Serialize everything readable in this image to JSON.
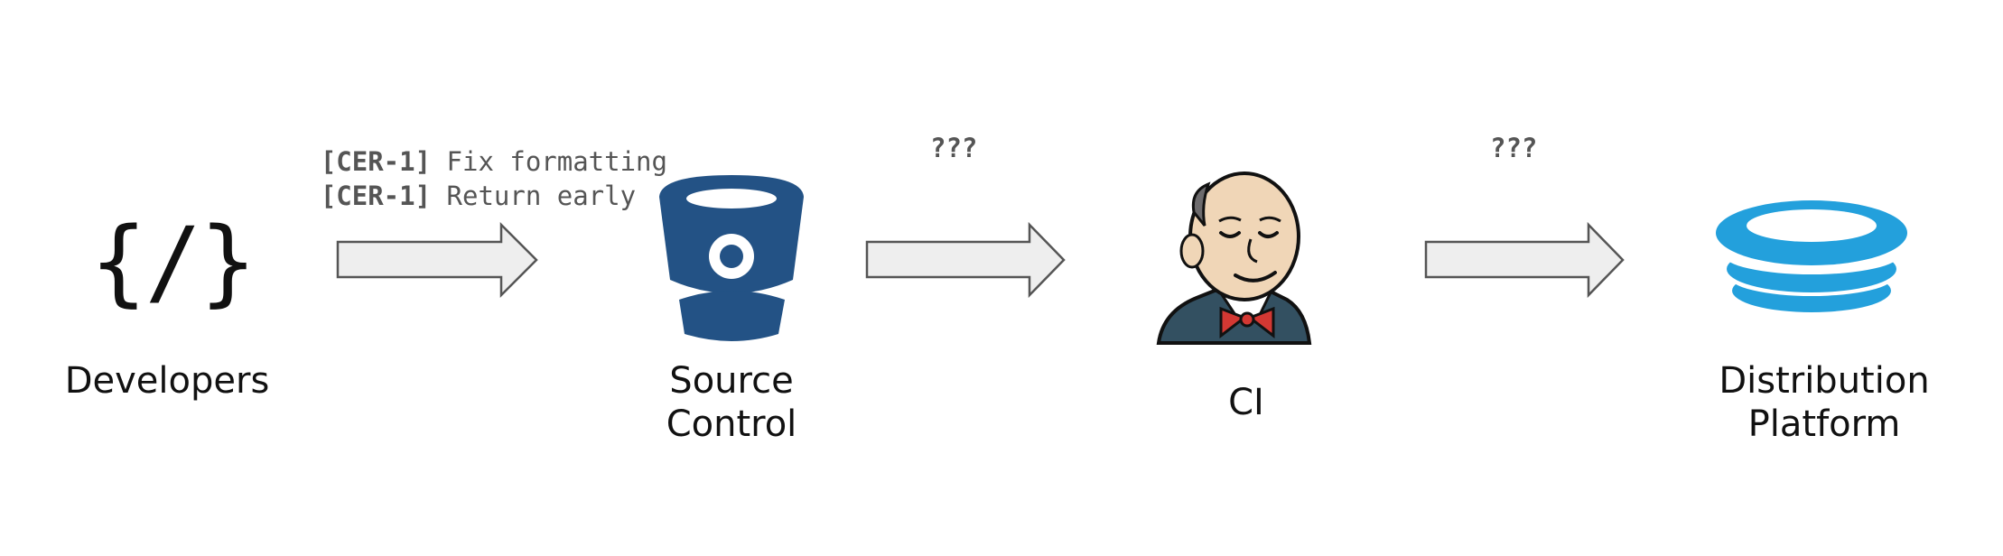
{
  "stages": {
    "developers": {
      "label": "Developers",
      "icon": "code-braces-icon",
      "glyph": "{/}"
    },
    "source_control": {
      "label_line1": "Source",
      "label_line2": "Control",
      "icon": "bitbucket-bucket-icon",
      "color": "#235285"
    },
    "ci": {
      "label": "CI",
      "icon": "jenkins-butler-icon"
    },
    "distribution": {
      "label_line1": "Distribution",
      "label_line2": "Platform",
      "icon": "stacked-discs-icon",
      "color": "#23A0DC"
    }
  },
  "commits": [
    {
      "tag": "[CER-1]",
      "message": " Fix formatting"
    },
    {
      "tag": "[CER-1]",
      "message": " Return early"
    }
  ],
  "unknowns": {
    "source_to_ci": "???",
    "ci_to_distribution": "???"
  },
  "colors": {
    "arrow_fill": "#eeeeee",
    "arrow_stroke": "#555555",
    "text": "#111111",
    "muted_text": "#555555"
  }
}
